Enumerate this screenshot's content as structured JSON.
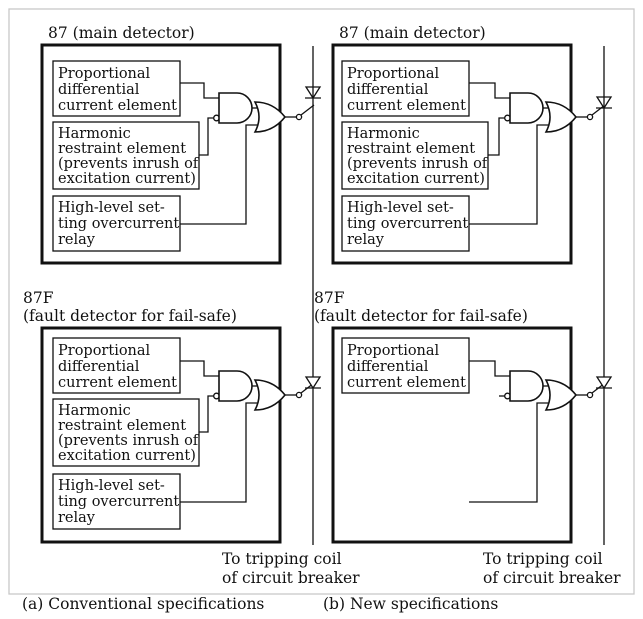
{
  "panels": {
    "conventional_main": {
      "title": "87 (main detector)",
      "elements": [
        [
          "Proportional",
          "differential",
          "current element"
        ],
        [
          "Harmonic",
          "restraint element",
          "(prevents inrush of",
          "excitation current)"
        ],
        [
          "High-level set-",
          "ting overcurrent",
          "relay"
        ]
      ]
    },
    "new_main": {
      "title": "87 (main detector)",
      "elements": [
        [
          "Proportional",
          "differential",
          "current element"
        ],
        [
          "Harmonic",
          "restraint element",
          "(prevents inrush of",
          "excitation current)"
        ],
        [
          "High-level set-",
          "ting overcurrent",
          "relay"
        ]
      ]
    },
    "conventional_fault": {
      "title_line1": "87F",
      "title_line2": "(fault detector for fail-safe)",
      "elements": [
        [
          "Proportional",
          "differential",
          "current element"
        ],
        [
          "Harmonic",
          "restraint element",
          "(prevents inrush of",
          "excitation current)"
        ],
        [
          "High-level set-",
          "ting overcurrent",
          "relay"
        ]
      ]
    },
    "new_fault": {
      "title_line1": "87F",
      "title_line2": "(fault detector for fail-safe)",
      "elements": [
        [
          "Proportional",
          "differential",
          "current element"
        ]
      ]
    }
  },
  "trip_label": {
    "conventional": [
      "To tripping coil",
      "of circuit breaker"
    ],
    "new": [
      "To tripping coil",
      "of circuit breaker"
    ]
  },
  "captions": {
    "a": "(a)  Conventional specifications",
    "b": "(b)  New specifications"
  },
  "colors": {
    "background": "#ffffff",
    "frame": "#c8c8c8",
    "ink": "#111111"
  }
}
